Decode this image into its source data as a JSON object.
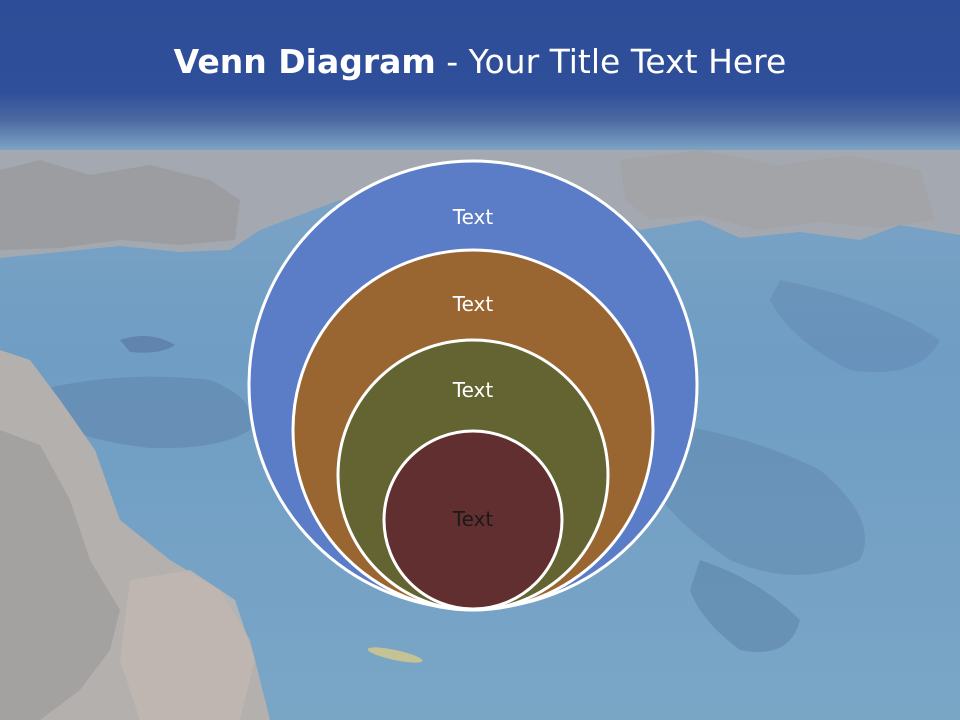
{
  "slide": {
    "title_bold": "Venn Diagram",
    "title_rest": " - Your Title Text Here"
  },
  "venn": {
    "rings": [
      {
        "label": "Text",
        "color": "#5b7cc6"
      },
      {
        "label": "Text",
        "color": "#996531"
      },
      {
        "label": "Text",
        "color": "#636432"
      },
      {
        "label": "Text",
        "color": "#622f30"
      }
    ],
    "outline_color": "#ffffff",
    "label_color": "#ffffff",
    "inner_label_color": "#1a1a1a"
  },
  "colors": {
    "title_band": "#2e4d98",
    "sea": "#6e9ec6",
    "cliff": "#a8a7a8"
  }
}
